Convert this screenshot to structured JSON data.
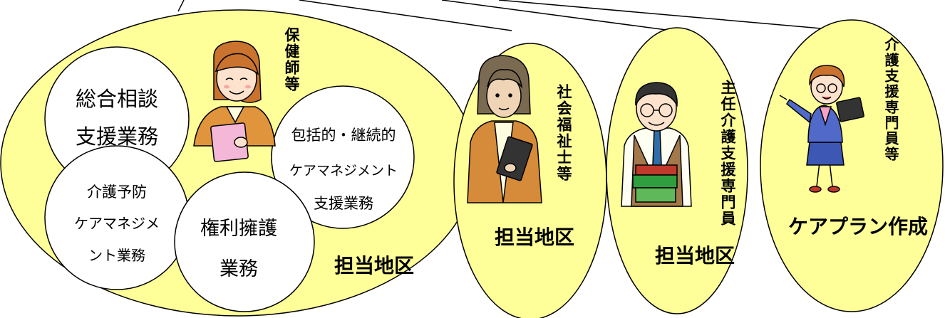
{
  "colors": {
    "ellipse_fill": "#ffff99",
    "circle_fill": "#ffffff",
    "stroke": "#000000"
  },
  "main_area": {
    "region_label": "担当地区",
    "staff_label": "保健師等",
    "staff_icon": "woman-with-folder",
    "services": {
      "general_consultation": {
        "line1": "総合相談",
        "line2": "支援業務"
      },
      "care_management": {
        "line1": "包括的・継続的",
        "line2": "ケアマネジメント",
        "line3": "支援業務"
      },
      "prevention": {
        "line1": "介護予防",
        "line2": "ケアマネジメ",
        "line3": "ント業務"
      },
      "rights": {
        "line1": "権利擁護",
        "line2": "業務"
      }
    }
  },
  "social_worker": {
    "label": "社会福祉士等",
    "region_label": "担当地区",
    "icon": "man-with-folder"
  },
  "chief_care_manager": {
    "label": "主任介護支援専門員",
    "region_label": "担当地区",
    "icon": "man-with-books"
  },
  "care_manager": {
    "label": "介護支援専門員等",
    "bottom_label": "ケアプラン作成",
    "icon": "woman-pointing"
  }
}
